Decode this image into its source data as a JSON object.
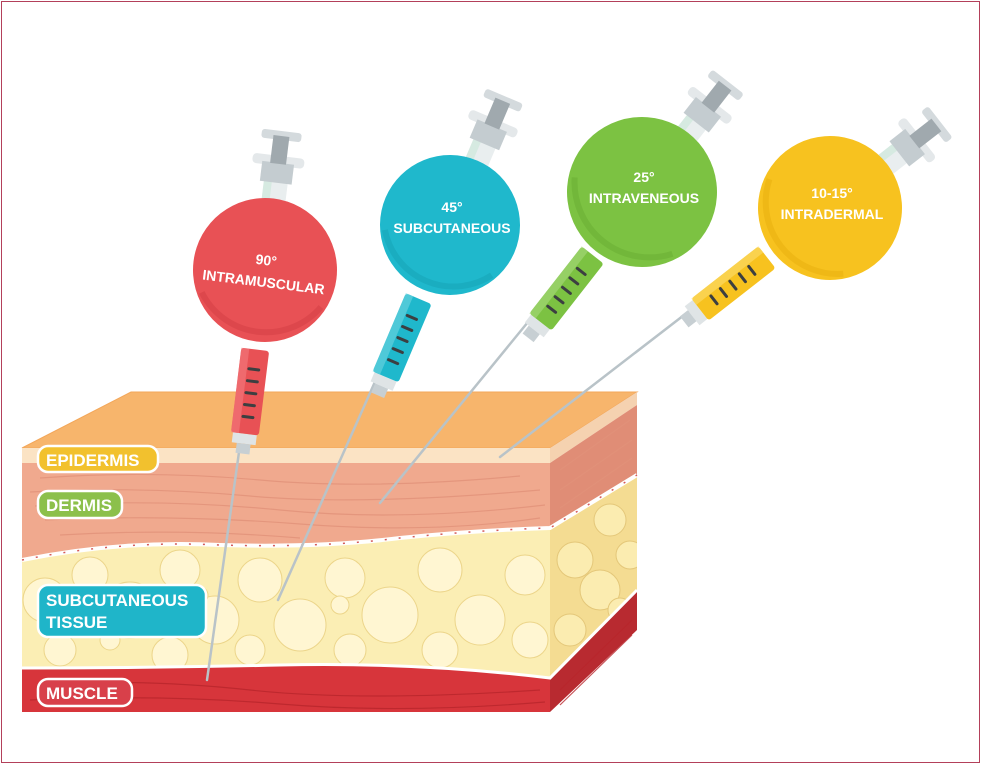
{
  "colors": {
    "frame": "#b3405a",
    "epidermis": "#f2c12e",
    "dermis": "#8cc04b",
    "subcutaneous": "#1fb5c9",
    "muscle": "#d8404a",
    "intramuscular": "#e85155",
    "subcutaneous_syringe": "#1fb8cc",
    "intravenous": "#7cc242",
    "intradermal": "#f7c21f"
  },
  "syringes": [
    {
      "angle": "90°",
      "name": "INTRAMUSCULAR",
      "color": "#e85155"
    },
    {
      "angle": "45°",
      "name": "SUBCUTANEOUS",
      "color": "#1fb8cc"
    },
    {
      "angle": "25°",
      "name": "INTRAVENEOUS",
      "color": "#7cc242"
    },
    {
      "angle": "10-15°",
      "name": "INTRADERMAL",
      "color": "#f7c21f"
    }
  ],
  "layers": {
    "epidermis": "EPIDERMIS",
    "dermis": "DERMIS",
    "subcutaneous_line1": "SUBCUTANEOUS",
    "subcutaneous_line2": "TISSUE",
    "muscle": "MUSCLE"
  }
}
